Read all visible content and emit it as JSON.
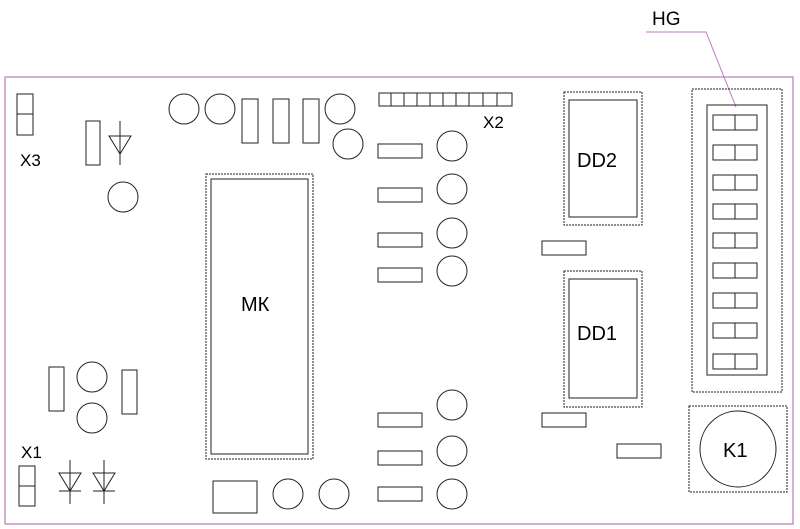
{
  "labels": {
    "hg": "HG",
    "x3": "X3",
    "x2": "X2",
    "x1": "X1",
    "mk": "МК",
    "dd2": "DD2",
    "dd1": "DD1",
    "k1": "K1"
  },
  "colors": {
    "board_outline": "#b97ab9",
    "component_stroke": "#222222",
    "background": "#ffffff"
  }
}
